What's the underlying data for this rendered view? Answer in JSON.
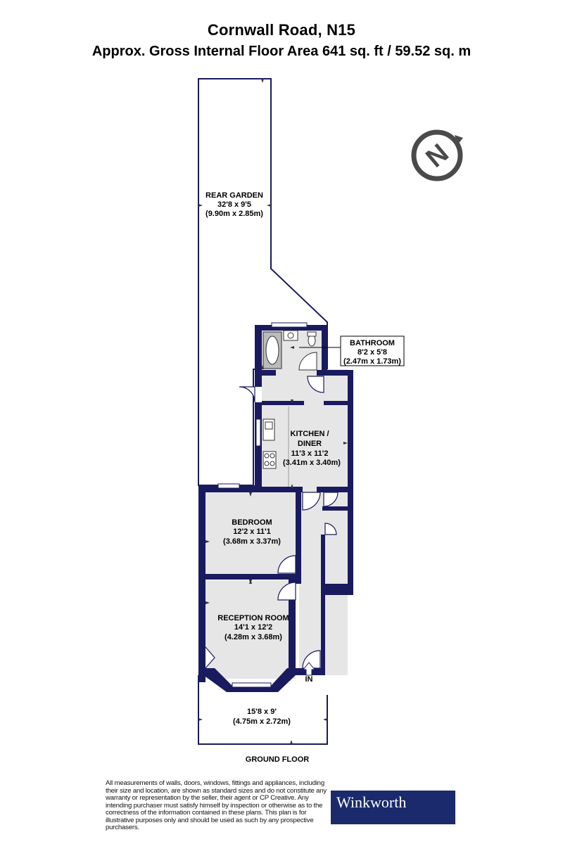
{
  "header": {
    "title": "Cornwall Road, N15",
    "subtitle": "Approx. Gross Internal Floor Area 641 sq. ft / 59.52 sq. m"
  },
  "rooms": {
    "rear_garden": {
      "name": "REAR GARDEN",
      "imperial": "32'8 x 9'5",
      "metric": "(9.90m x 2.85m)"
    },
    "bathroom": {
      "name": "BATHROOM",
      "imperial": "8'2 x 5'8",
      "metric": "(2.47m x 1.73m)"
    },
    "kitchen": {
      "name": "KITCHEN /",
      "name2": "DINER",
      "imperial": "11'3 x 11'2",
      "metric": "(3.41m x 3.40m)"
    },
    "bedroom": {
      "name": "BEDROOM",
      "imperial": "12'2 x 11'1",
      "metric": "(3.68m x 3.37m)"
    },
    "reception": {
      "name": "RECEPTION ROOM",
      "imperial": "14'1 x 12'2",
      "metric": "(4.28m x 3.68m)"
    },
    "front_garden": {
      "imperial": "15'8 x 9'",
      "metric": "(4.75m x 2.72m)"
    }
  },
  "entrance_label": "IN",
  "compass_letter": "N",
  "floor_label": "GROUND FLOOR",
  "disclaimer": "All measurements of walls, doors, windows, fittings and appliances, including their size and location, are shown as standard sizes and do not constitute any warranty or representation by the seller, their agent or CP Creative. Any intending purchaser must satisfy himself by inspection or otherwise as to the correctness of the information contained in these plans. This plan is for illustrative purposes only and should be used as such by any prospective purchasers.",
  "logo_text": "Winkworth",
  "colors": {
    "wall": "#1a1a5e",
    "floor": "#e6e6e6",
    "logo_bg": "#1a2a6c"
  }
}
